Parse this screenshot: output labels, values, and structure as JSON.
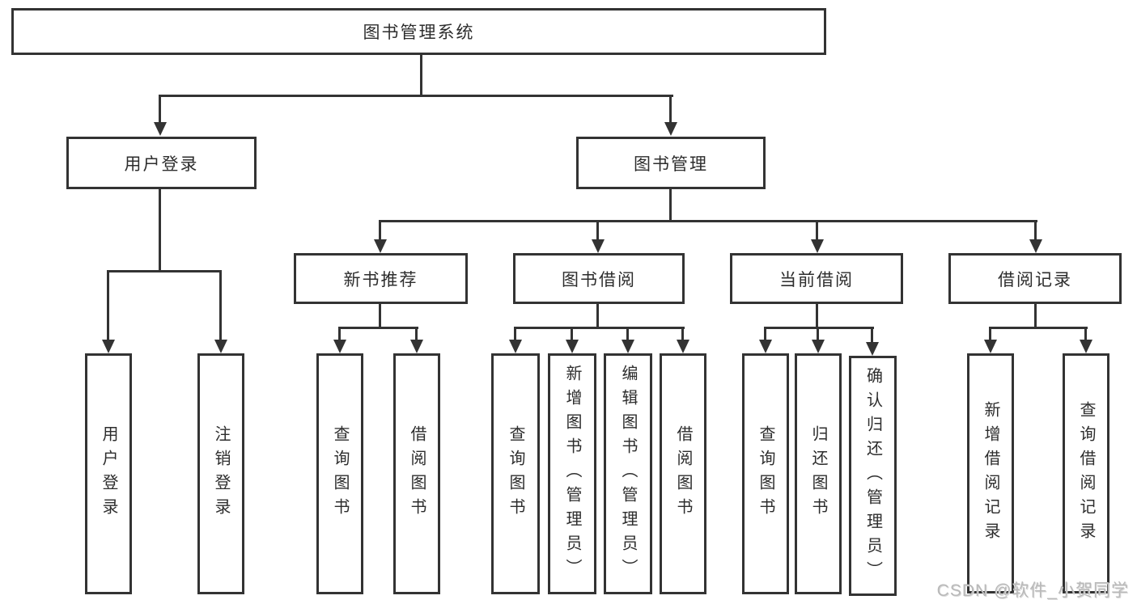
{
  "tree": {
    "root": {
      "label": "图书管理系统"
    },
    "branches": [
      {
        "label": "用户登录",
        "children": [
          {
            "label": "用户登录"
          },
          {
            "label": "注销登录"
          }
        ]
      },
      {
        "label": "图书管理",
        "children": [
          {
            "label": "新书推荐",
            "children": [
              {
                "label": "查询图书"
              },
              {
                "label": "借阅图书"
              }
            ]
          },
          {
            "label": "图书借阅",
            "children": [
              {
                "label": "查询图书"
              },
              {
                "label": "新增图书（管理员）"
              },
              {
                "label": "编辑图书（管理员）"
              },
              {
                "label": "借阅图书"
              }
            ]
          },
          {
            "label": "当前借阅",
            "children": [
              {
                "label": "查询图书"
              },
              {
                "label": "归还图书"
              },
              {
                "label": "确认归还（管理员）"
              }
            ]
          },
          {
            "label": "借阅记录",
            "children": [
              {
                "label": "新增借阅记录"
              },
              {
                "label": "查询借阅记录"
              }
            ]
          }
        ]
      }
    ]
  },
  "watermark": {
    "text": "CSDN @软件_小贺同学"
  },
  "colors": {
    "line": "#333333",
    "text": "#2d2d2d",
    "watermark": "#b9b9b9",
    "background": "#ffffff"
  }
}
